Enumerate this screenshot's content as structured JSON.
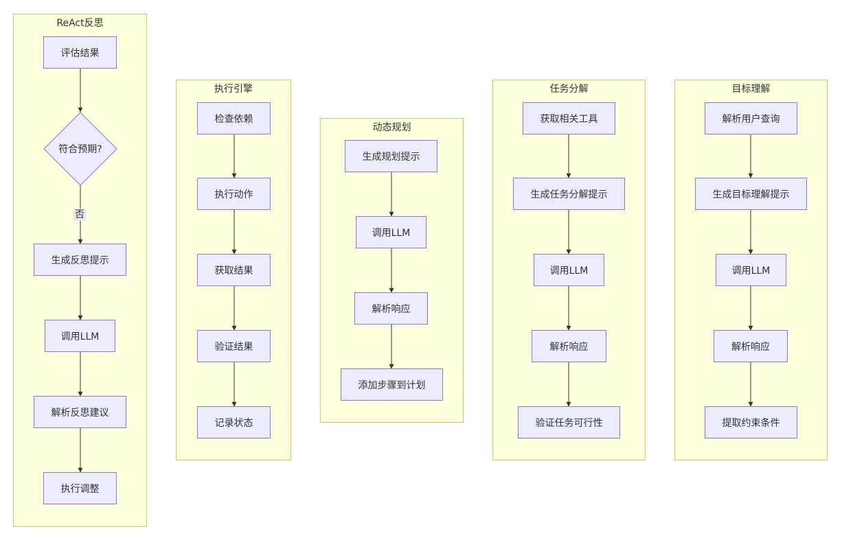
{
  "colors": {
    "cluster_fill": "#ffffde",
    "cluster_border": "#c8c86e",
    "node_fill": "#ececff",
    "node_border": "#9370db",
    "edge": "#333333"
  },
  "clusters": {
    "react": {
      "title": "ReAct反思",
      "nodes": [
        "评估结果",
        "符合预期?",
        "生成反思提示",
        "调用LLM",
        "解析反思建议",
        "执行调整"
      ],
      "edge_label_no": "否"
    },
    "exec": {
      "title": "执行引擎",
      "nodes": [
        "检查依赖",
        "执行动作",
        "获取结果",
        "验证结果",
        "记录状态"
      ]
    },
    "plan": {
      "title": "动态规划",
      "nodes": [
        "生成规划提示",
        "调用LLM",
        "解析响应",
        "添加步骤到计划"
      ]
    },
    "task": {
      "title": "任务分解",
      "nodes": [
        "获取相关工具",
        "生成任务分解提示",
        "调用LLM",
        "解析响应",
        "验证任务可行性"
      ]
    },
    "goal": {
      "title": "目标理解",
      "nodes": [
        "解析用户查询",
        "生成目标理解提示",
        "调用LLM",
        "解析响应",
        "提取约束条件"
      ]
    }
  }
}
